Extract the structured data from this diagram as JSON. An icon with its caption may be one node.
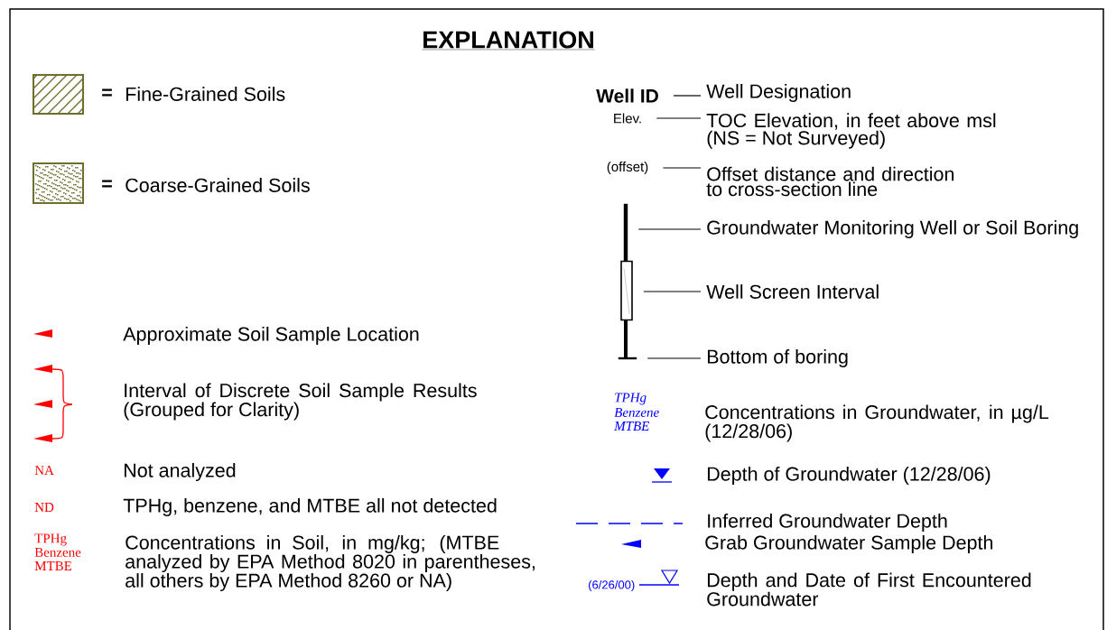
{
  "diagram": {
    "title": "EXPLANATION",
    "nodes": [
      {
        "text": [
          "Well ID"
        ]
      },
      {
        "text": [
          "Well Designation"
        ]
      },
      {
        "text": [
          "Elev."
        ]
      },
      {
        "text": [
          "TOC Elevation, in feet above msl (NS = Not Surveyed)"
        ]
      },
      {
        "text": [
          "(offset)"
        ]
      },
      {
        "text": [
          "Offset distance and direction to cross-section line"
        ]
      },
      {
        "text": [],
        "shape": "bar"
      },
      {
        "text": [
          "Groundwater Monitoring Well or Soil Boring"
        ]
      },
      {
        "text": [],
        "shape": "box"
      },
      {
        "text": [
          "Well Screen Interval"
        ]
      },
      {
        "text": [],
        "shape": "bar"
      },
      {
        "text": [
          "Bottom of boring"
        ]
      }
    ],
    "edges": [
      {
        "from": 0,
        "to": 1,
        "arrow": "none"
      },
      {
        "from": 2,
        "to": 3,
        "arrow": "none"
      },
      {
        "from": 4,
        "to": 5,
        "arrow": "none"
      },
      {
        "from": 7,
        "to": 6,
        "arrow": "none"
      },
      {
        "from": 9,
        "to": 8,
        "arrow": "none"
      },
      {
        "from": 11,
        "to": 10,
        "arrow": "none"
      }
    ],
    "labels": [
      "=",
      "=",
      "NA",
      "ND",
      "TPHg",
      "Benzene",
      "MTBE",
      "TPHg",
      "Benzene",
      "MTBE",
      "(6/26/00)"
    ],
    "legend": [
      {
        "text": "Fine-Grained Soils"
      },
      {
        "text": "Coarse-Grained Soils"
      },
      {
        "text": "Approximate Soil Sample Location"
      },
      {
        "text": "Interval of Discrete Soil Sample Results (Grouped for Clarity)"
      },
      {
        "text": "Not analyzed"
      },
      {
        "text": "TPHg, benzene, and MTBE all not detected"
      },
      {
        "text": "Concentrations in Soil, in mg/kg; (MTBE analyzed by EPA Method 8020 in parentheses, all others by EPA Method 8260 or NA)"
      },
      {
        "text": "Concentrations in Groundwater, in µg/L (12/28/06)"
      },
      {
        "text": "Depth of Groundwater (12/28/06)"
      },
      {
        "text": "Inferred Groundwater Depth"
      },
      {
        "text": "Grab Groundwater Sample Depth"
      },
      {
        "text": "Depth and Date of First Encountered Groundwater"
      }
    ]
  }
}
